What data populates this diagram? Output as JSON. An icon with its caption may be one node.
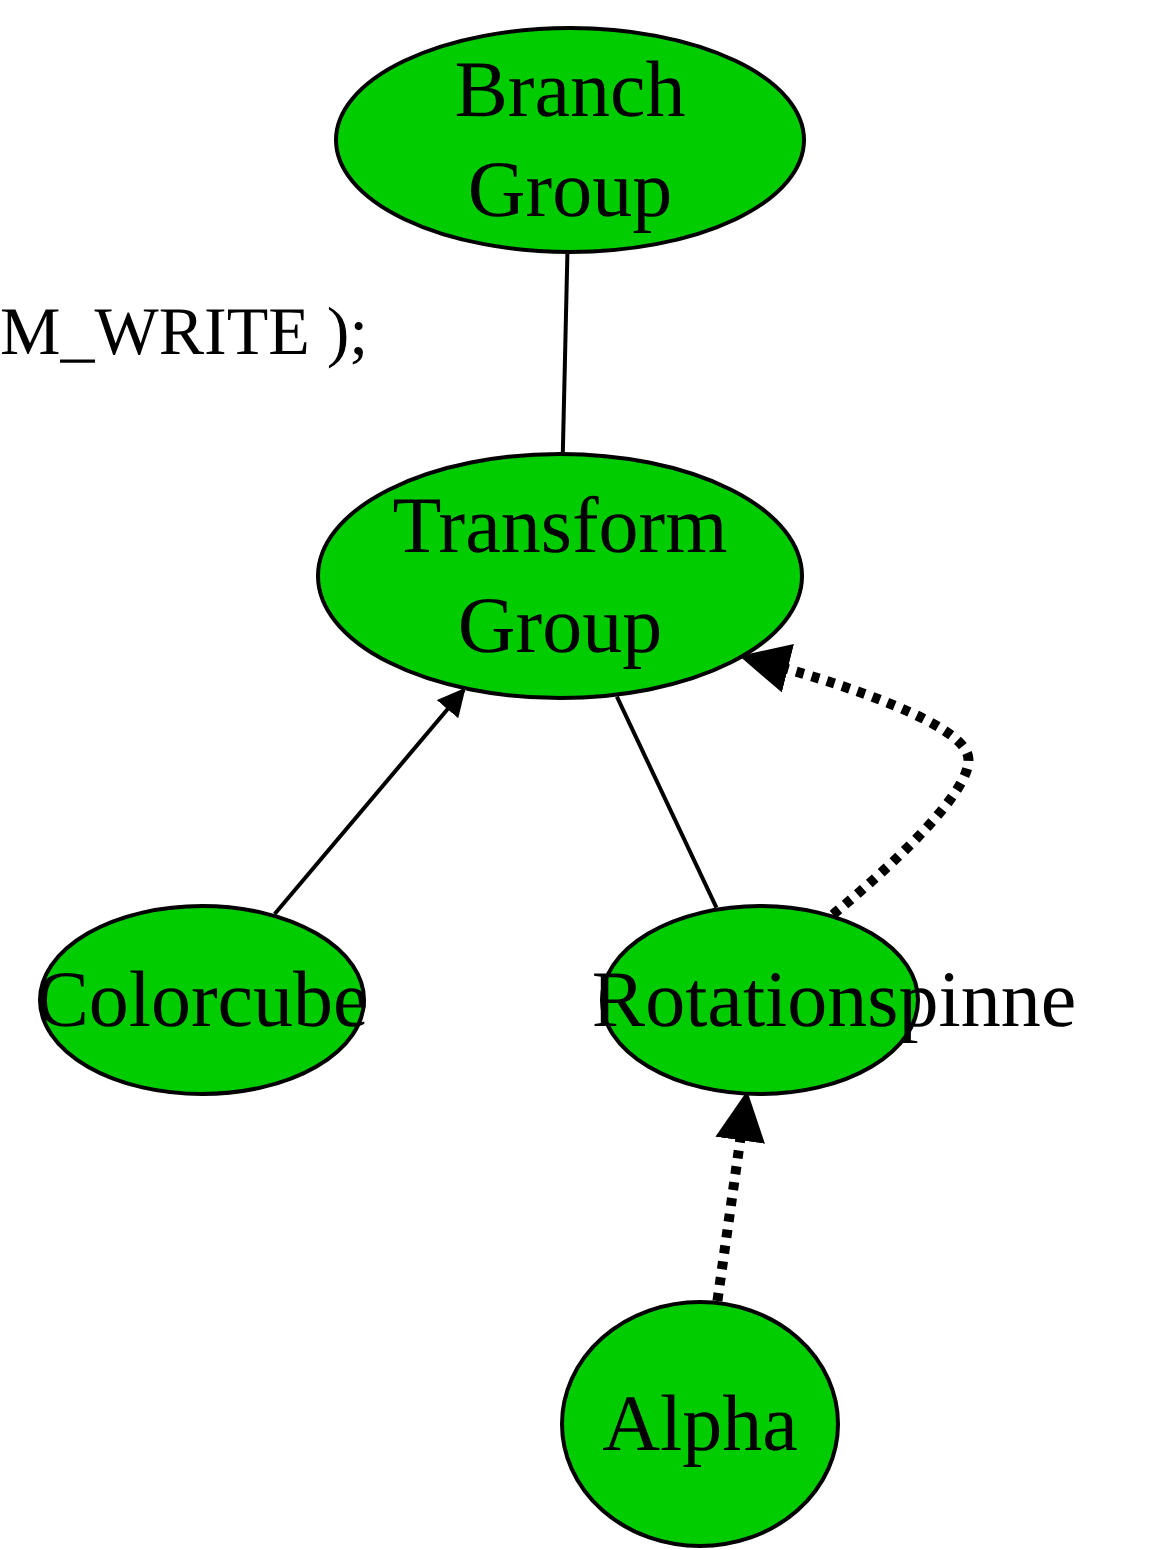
{
  "diagram": {
    "nodes": [
      {
        "text": [
          "Branch Group"
        ]
      },
      {
        "text": [
          "Transform Group"
        ]
      },
      {
        "text": [
          "Colorcube"
        ]
      },
      {
        "text": [
          "Rotationspinne"
        ]
      },
      {
        "text": [
          "Alpha"
        ]
      }
    ],
    "edges": [
      {
        "from": 0,
        "to": 1,
        "arrow": "none"
      },
      {
        "from": 2,
        "to": 1,
        "arrow": "to"
      },
      {
        "from": 3,
        "to": 1,
        "arrow": "none"
      },
      {
        "from": 3,
        "to": 1,
        "arrow": "to",
        "style": "dashed"
      },
      {
        "from": 4,
        "to": 3,
        "arrow": "to",
        "style": "dashed"
      }
    ],
    "labels": [
      "M_WRITE );"
    ]
  }
}
